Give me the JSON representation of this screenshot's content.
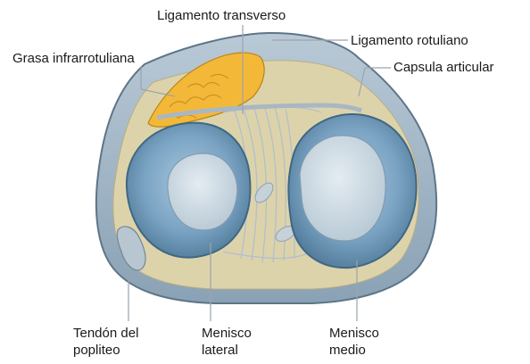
{
  "labels": {
    "transverse_ligament": "Ligamento transverso",
    "patellar_ligament": "Ligamento rotuliano",
    "infrapatellar_fat": "Grasa infrarrotuliana",
    "joint_capsule": "Capsula articular",
    "popliteus_tendon": [
      "Tendón del",
      "popliteo"
    ],
    "lateral_meniscus": [
      "Menisco",
      "lateral"
    ],
    "medial_meniscus": [
      "Menisco",
      "medio"
    ]
  },
  "colors": {
    "capsule_outer": "#7f97aa",
    "capsule_fill": "#a9bccb",
    "tibial_plateau": "#d9cfa6",
    "meniscus": "#6f98b9",
    "meniscus_light": "#9cc0d8",
    "cartilage": "#c9d5de",
    "ligament": "#c4ced6",
    "fat_pad": "#f5b93a",
    "leader_line": "#9aa5ad"
  }
}
